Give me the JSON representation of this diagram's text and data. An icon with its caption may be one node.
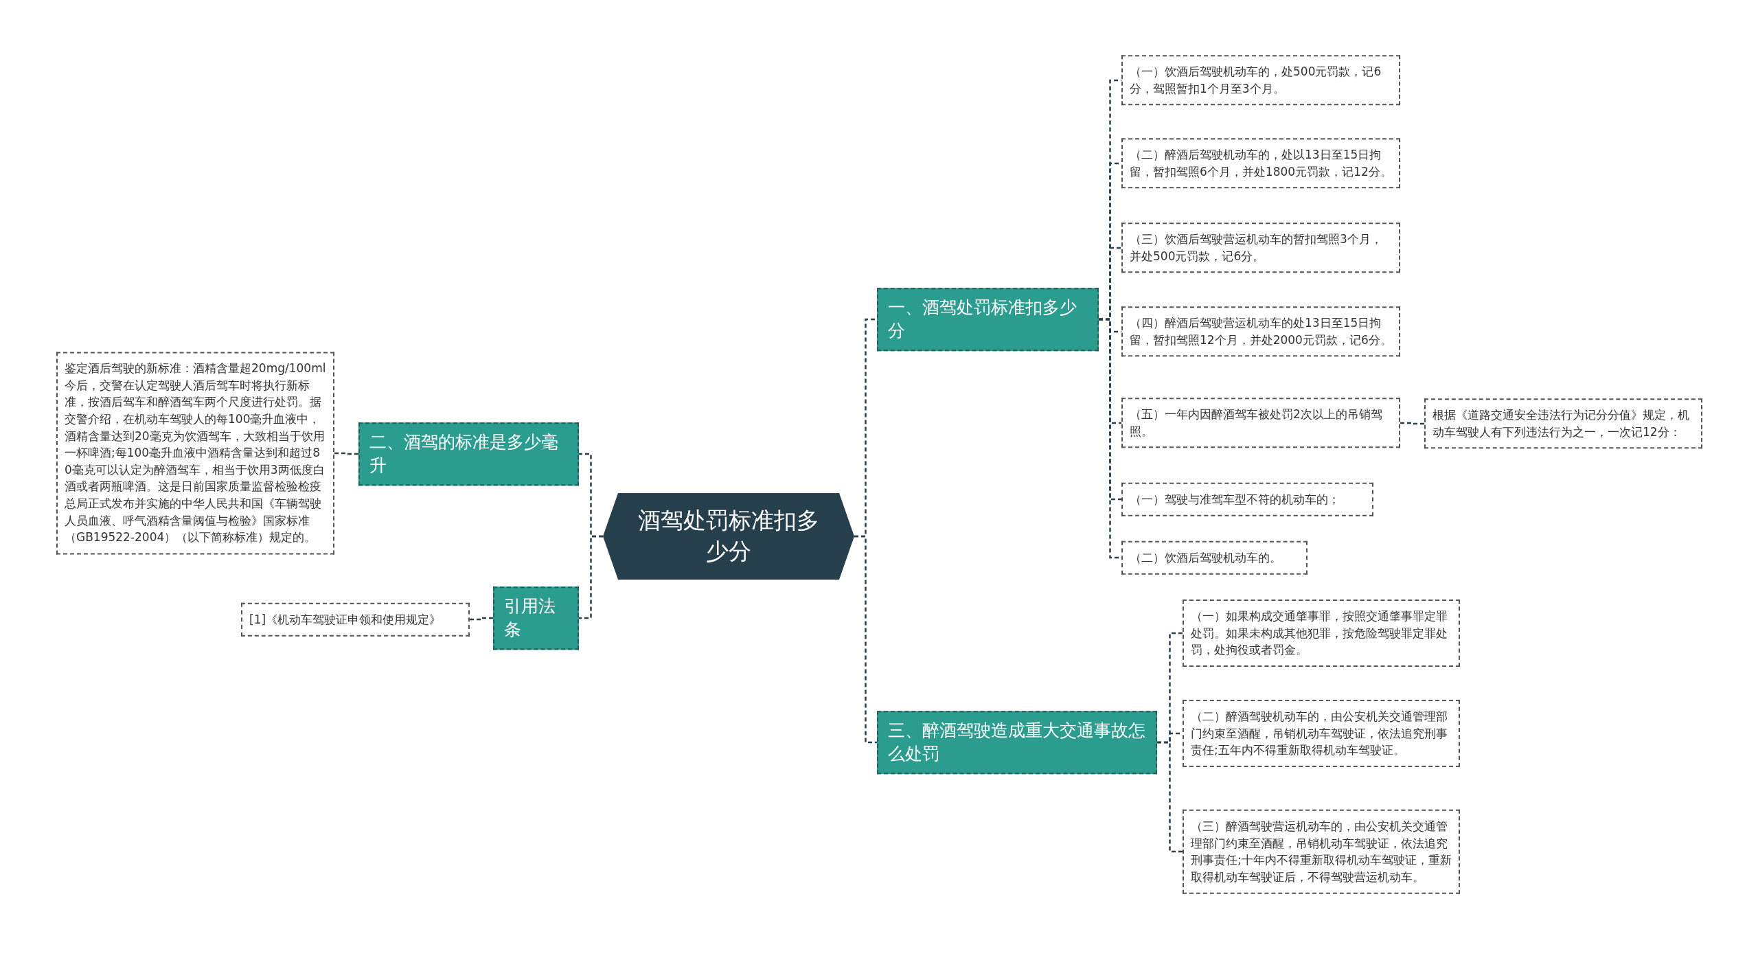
{
  "diagram": {
    "nodes": [
      {
        "text": [
          "酒驾处罚标准扣多少分"
        ]
      },
      {
        "text": [
          "一、酒驾处罚标准扣多少分"
        ]
      },
      {
        "text": [
          "（一）饮酒后驾驶机动车的，处500元罚款，记6分，驾照暂扣1个月至3个月。"
        ]
      },
      {
        "text": [
          "（二）醉酒后驾驶机动车的，处以13日至15日拘留，暂扣驾照6个月，并处1800元罚款，记12分。"
        ]
      },
      {
        "text": [
          "（三）饮酒后驾驶营运机动车的暂扣驾照3个月，并处500元罚款，记6分。"
        ]
      },
      {
        "text": [
          "（四）醉酒后驾驶营运机动车的处13日至15日拘留，暂扣驾照12个月，并处2000元罚款，记6分。"
        ]
      },
      {
        "text": [
          "（五）一年内因醉酒驾车被处罚2次以上的吊销驾照。"
        ]
      },
      {
        "text": [
          "根据《道路交通安全违法行为记分分值》规定，机动车驾驶人有下列违法行为之一，一次记12分："
        ]
      },
      {
        "text": [
          "（一）驾驶与准驾车型不符的机动车的；"
        ]
      },
      {
        "text": [
          "（二）饮酒后驾驶机动车的。"
        ]
      },
      {
        "text": [
          "三、醉酒驾驶造成重大交通事故怎么处罚"
        ]
      },
      {
        "text": [
          "（一）如果构成交通肇事罪，按照交通肇事罪定罪处罚。如果未构成其他犯罪，按危险驾驶罪定罪处罚，处拘役或者罚金。"
        ]
      },
      {
        "text": [
          "（二）醉酒驾驶机动车的，由公安机关交通管理部门约束至酒醒，吊销机动车驾驶证，依法追究刑事责任;五年内不得重新取得机动车驾驶证。"
        ]
      },
      {
        "text": [
          "（三）醉酒驾驶营运机动车的，由公安机关交通管理部门约束至酒醒，吊销机动车驾驶证，依法追究刑事责任;十年内不得重新取得机动车驾驶证，重新取得机动车驾驶证后，不得驾驶营运机动车。"
        ]
      },
      {
        "text": [
          "二、酒驾的标准是多少毫升"
        ]
      },
      {
        "text": [
          "鉴定酒后驾驶的新标准：酒精含量超20mg/100ml今后，交警在认定驾驶人酒后驾车时将执行新标准，按酒后驾车和醉酒驾车两个尺度进行处罚。据交警介绍，在机动车驾驶人的每100毫升血液中，酒精含量达到20毫克为饮酒驾车，大致相当于饮用一杯啤酒;每100毫升血液中酒精含量达到和超过80毫克可以认定为醉酒驾车，相当于饮用3两低度白酒或者两瓶啤酒。这是日前国家质量监督检验检疫总局正式发布并实施的中华人民共和国《车辆驾驶人员血液、呼气酒精含量阈值与检验》国家标准（GB19522-2004）（以下简称标准）规定的。"
        ]
      },
      {
        "text": [
          "引用法条"
        ]
      },
      {
        "text": [
          "[1]《机动车驾驶证申领和使用规定》"
        ]
      }
    ],
    "edges": [
      {
        "from": 0,
        "to": 1,
        "arrow": "none",
        "style": "dashed"
      },
      {
        "from": 1,
        "to": 2,
        "arrow": "none",
        "style": "dashed"
      },
      {
        "from": 1,
        "to": 3,
        "arrow": "none",
        "style": "dashed"
      },
      {
        "from": 1,
        "to": 4,
        "arrow": "none",
        "style": "dashed"
      },
      {
        "from": 1,
        "to": 5,
        "arrow": "none",
        "style": "dashed"
      },
      {
        "from": 1,
        "to": 6,
        "arrow": "none",
        "style": "dashed"
      },
      {
        "from": 6,
        "to": 7,
        "arrow": "none",
        "style": "dashed"
      },
      {
        "from": 1,
        "to": 8,
        "arrow": "none",
        "style": "dashed"
      },
      {
        "from": 1,
        "to": 9,
        "arrow": "none",
        "style": "dashed"
      },
      {
        "from": 0,
        "to": 10,
        "arrow": "none",
        "style": "dashed"
      },
      {
        "from": 10,
        "to": 11,
        "arrow": "none",
        "style": "dashed"
      },
      {
        "from": 10,
        "to": 12,
        "arrow": "none",
        "style": "dashed"
      },
      {
        "from": 10,
        "to": 13,
        "arrow": "none",
        "style": "dashed"
      },
      {
        "from": 0,
        "to": 14,
        "arrow": "none",
        "style": "dashed"
      },
      {
        "from": 14,
        "to": 15,
        "arrow": "none",
        "style": "dashed"
      },
      {
        "from": 0,
        "to": 16,
        "arrow": "none",
        "style": "dashed"
      },
      {
        "from": 16,
        "to": 17,
        "arrow": "none",
        "style": "dashed"
      }
    ]
  }
}
